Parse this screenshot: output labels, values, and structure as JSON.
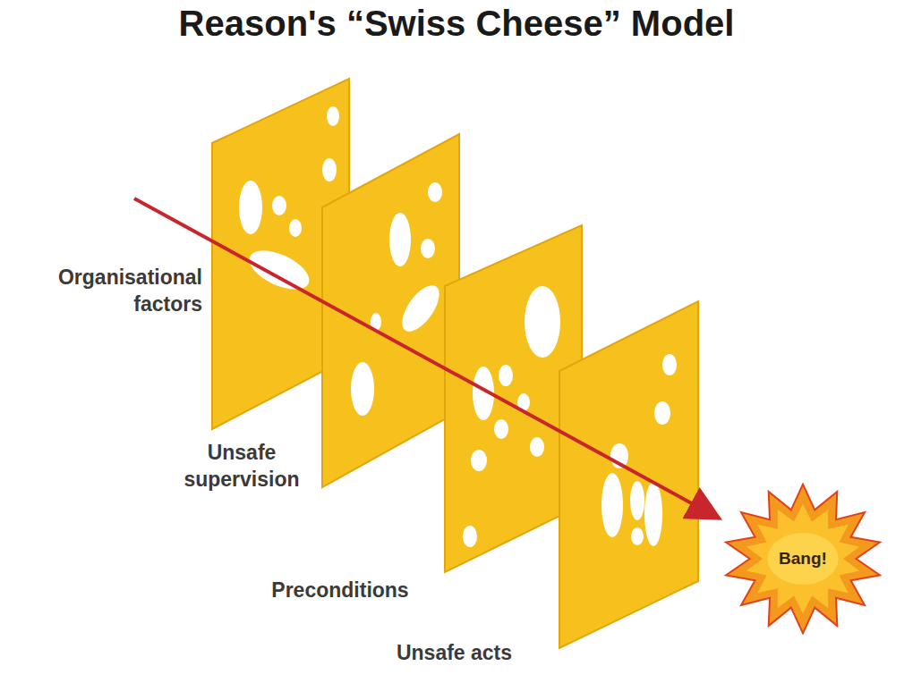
{
  "diagram": {
    "title": "Reason's “Swiss Cheese” Model",
    "nodes": [
      {
        "text": [
          "Bang!"
        ]
      }
    ],
    "labels": [
      "Organisational factors",
      "Unsafe supervision",
      "Preconditions",
      "Unsafe acts"
    ]
  }
}
